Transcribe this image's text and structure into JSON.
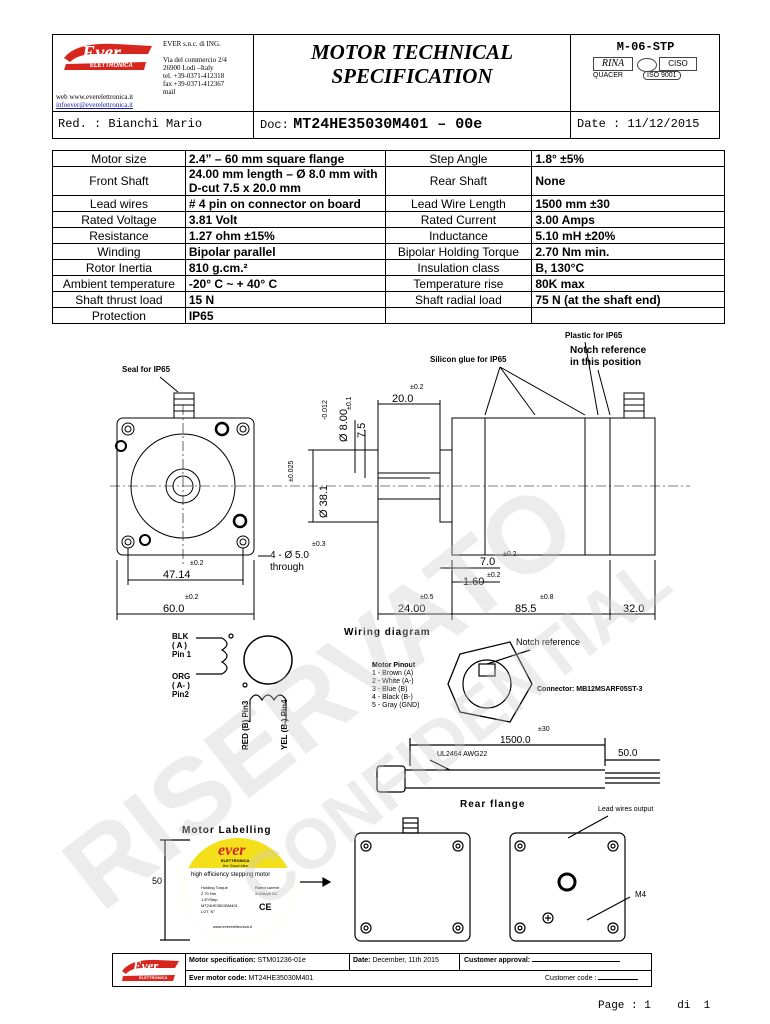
{
  "header": {
    "company_name": "EVER s.n.c. di ING.",
    "address_lines": [
      "Via del commercio 2/4",
      "26900 Lodi –Italy",
      "tel. +39-0371-412318",
      "fax +39-0371-412367",
      "mail"
    ],
    "web_line": "web www.everelettronica.it",
    "email_line": "infoever@everelettronica.it",
    "logo_text": "Ever",
    "logo_subtext": "ELETTRONICA",
    "title_line1": "MOTOR TECHNICAL",
    "title_line2": "SPECIFICATION",
    "code": "M-06-STP",
    "cert_rina": "RINA",
    "cert_ciso": "CISO",
    "cert_iqnet": "QUACER",
    "cert_iso": "ISO 9001",
    "red_label": "Red. : Bianchi Mario",
    "doc_label": "Doc:",
    "doc_number": "MT24HE35030M401 – 00e",
    "date_label": "Date : 11/12/2015"
  },
  "specs": [
    {
      "l1": "Motor size",
      "v1": "2.4” – 60 mm square flange",
      "l2": "Step Angle",
      "v2": "1.8° ±5%"
    },
    {
      "l1": "Front Shaft",
      "v1": "24.00 mm length – Ø 8.0 mm with D-cut 7.5 x 20.0 mm",
      "l2": "Rear Shaft",
      "v2": "None"
    },
    {
      "l1": "Lead wires",
      "v1": "# 4 pin on connector on board",
      "l2": "Lead Wire Length",
      "v2": "1500 mm ±30"
    },
    {
      "l1": "Rated Voltage",
      "v1": "3.81 Volt",
      "l2": "Rated Current",
      "v2": "3.00 Amps"
    },
    {
      "l1": "Resistance",
      "v1": "1.27 ohm ±15%",
      "l2": "Inductance",
      "v2": "5.10 mH ±20%"
    },
    {
      "l1": "Winding",
      "v1": "Bipolar parallel",
      "l2": "Bipolar Holding Torque",
      "v2": "2.70 Nm min."
    },
    {
      "l1": "Rotor Inertia",
      "v1": "810 g.cm.²",
      "l2": "Insulation class",
      "v2": "B, 130°C"
    },
    {
      "l1": "Ambient temperature",
      "v1": "-20° C ~ + 40° C",
      "l2": "Temperature rise",
      "v2": "80K max"
    },
    {
      "l1": "Shaft thrust load",
      "v1": "15 N",
      "l2": "Shaft radial load",
      "v2": "75 N (at the shaft end)"
    },
    {
      "l1": "Protection",
      "v1": "IP65",
      "l2": "",
      "v2": ""
    }
  ],
  "drawing": {
    "seal_label": "Seal for IP65",
    "silicon_label": "Silicon glue for IP65",
    "plastic_label": "Plastic for IP65",
    "notch_label_1": "Notch reference",
    "notch_label_2": "in this position",
    "dim_20": "20.0",
    "tol_20": "±0.2",
    "dim_8": "Ø 8.00",
    "tol_8": "-0.012",
    "dim_75": "7.5",
    "tol_75": "±0.1",
    "dim_381": "Ø 38.1",
    "tol_381": "±0.025",
    "holes_1": "4 - Ø 5.0",
    "holes_2": "through",
    "tol_holes": "±0.3",
    "dim_4714": "47.14",
    "tol_4714": "±0.2",
    "dim_60": "60.0",
    "tol_60": "±0.2",
    "dim_7": "7.0",
    "tol_7": "±0.2",
    "dim_160": "1.60",
    "tol_160": "±0.2",
    "dim_24": "24.00",
    "tol_24": "±0.5",
    "dim_855": "85.5",
    "tol_855": "±0.8",
    "dim_32": "32.0"
  },
  "wiring": {
    "title": "Wiring diagram",
    "blk": [
      "BLK",
      "( A )",
      "Pin 1"
    ],
    "org": [
      "ORG",
      "( A- )",
      "Pin2"
    ],
    "red": [
      "RED",
      "(B)",
      "Pin3"
    ],
    "yel": [
      "YEL",
      "(B-)",
      "Pin4"
    ],
    "pinout_title": "Motor Pinout",
    "pinout": [
      "1 - Brown   (A)",
      "2 - White   (A-)",
      "3 - Blue     (B)",
      "4 - Black   (B-)",
      "5 - Gray    (GND)"
    ],
    "notch_ref": "Notch reference",
    "connector": "Connector: MB12MSARF05ST-3",
    "cable_dim": "1500.0",
    "cable_tol": "±30",
    "cable_type": "UL2464  AWG22",
    "cable_end": "50.0"
  },
  "labelling": {
    "title": "Motor Labelling",
    "dim_50": "50",
    "label_brand": "ever",
    "label_sub": "ELETTRONICA",
    "label_tagline": "the Good idea",
    "label_desc": "high efficiency stepping motor",
    "label_lines": [
      "Holding Torque",
      "2.70 Nm",
      "1.8°/Step",
      "MT24HE35030M401",
      "LOT. N°"
    ],
    "label_right": [
      "Rated current",
      "3.00A/ph DC"
    ],
    "label_mark": "CE",
    "label_web": "www.everelettronica.it"
  },
  "rear": {
    "title": "Rear flange",
    "lead_output": "Lead wires output",
    "m4": "M4"
  },
  "footer": {
    "spec_label": "Motor specification:",
    "spec_value": "STM01236-01e",
    "date_label": "Date:",
    "date_value": "December, 11th 2015",
    "approval_label": "Customer approval:",
    "code_label": "Ever motor code:",
    "code_value": "MT24HE35030M401",
    "customer_code": "Customer code :",
    "page": "Page : 1    di  1"
  },
  "watermark": {
    "line1": "RISERVATO",
    "line2": "CONFIDENTIAL"
  },
  "colors": {
    "logo_red": "#d7261e",
    "label_yellow": "#f4e01a"
  }
}
